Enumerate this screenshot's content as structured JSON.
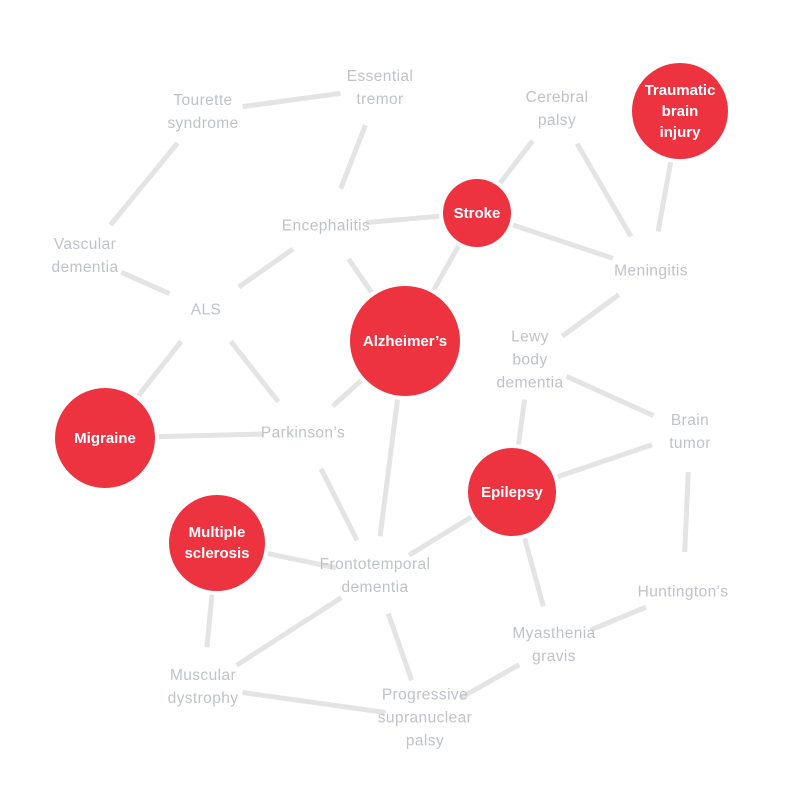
{
  "colors": {
    "highlight_fill": "#ED3340",
    "highlight_text": "#ffffff",
    "label_text": "#BFC3C8",
    "edge": "#E4E4E4"
  },
  "nodes": [
    {
      "id": "traumatic-brain-injury",
      "label": "Traumatic\nbrain\ninjury",
      "highlighted": true
    },
    {
      "id": "stroke",
      "label": "Stroke",
      "highlighted": true
    },
    {
      "id": "alzheimers",
      "label": "Alzheimer’s",
      "highlighted": true
    },
    {
      "id": "migraine",
      "label": "Migraine",
      "highlighted": true
    },
    {
      "id": "epilepsy",
      "label": "Epilepsy",
      "highlighted": true
    },
    {
      "id": "multiple-sclerosis",
      "label": "Multiple\nsclerosis",
      "highlighted": true
    },
    {
      "id": "essential-tremor",
      "label": "Essential\ntremor",
      "highlighted": false
    },
    {
      "id": "tourette-syndrome",
      "label": "Tourette\nsyndrome",
      "highlighted": false
    },
    {
      "id": "cerebral-palsy",
      "label": "Cerebral\npalsy",
      "highlighted": false
    },
    {
      "id": "encephalitis",
      "label": "Encephalitis",
      "highlighted": false
    },
    {
      "id": "vascular-dementia",
      "label": "Vascular\ndementia",
      "highlighted": false
    },
    {
      "id": "meningitis",
      "label": "Meningitis",
      "highlighted": false
    },
    {
      "id": "als",
      "label": "ALS",
      "highlighted": false
    },
    {
      "id": "lewy-body-dementia",
      "label": "Lewy\nbody\ndementia",
      "highlighted": false
    },
    {
      "id": "parkinsons",
      "label": "Parkinson’s",
      "highlighted": false
    },
    {
      "id": "brain-tumor",
      "label": "Brain\ntumor",
      "highlighted": false
    },
    {
      "id": "frontotemporal-dementia",
      "label": "Frontotemporal\ndementia",
      "highlighted": false
    },
    {
      "id": "huntingtons",
      "label": "Huntington’s",
      "highlighted": false
    },
    {
      "id": "myasthenia-gravis",
      "label": "Myasthenia\ngravis",
      "highlighted": false
    },
    {
      "id": "muscular-dystrophy",
      "label": "Muscular\ndystrophy",
      "highlighted": false
    },
    {
      "id": "progressive-supranuclear-palsy",
      "label": "Progressive\nsupranuclear\npalsy",
      "highlighted": false
    }
  ],
  "edges": [
    [
      "tourette-syndrome",
      "essential-tremor"
    ],
    [
      "tourette-syndrome",
      "vascular-dementia"
    ],
    [
      "essential-tremor",
      "encephalitis"
    ],
    [
      "cerebral-palsy",
      "stroke"
    ],
    [
      "cerebral-palsy",
      "meningitis"
    ],
    [
      "traumatic-brain-injury",
      "meningitis"
    ],
    [
      "encephalitis",
      "stroke"
    ],
    [
      "encephalitis",
      "als"
    ],
    [
      "encephalitis",
      "alzheimers"
    ],
    [
      "stroke",
      "meningitis"
    ],
    [
      "stroke",
      "alzheimers"
    ],
    [
      "vascular-dementia",
      "als"
    ],
    [
      "meningitis",
      "lewy-body-dementia"
    ],
    [
      "als",
      "migraine"
    ],
    [
      "als",
      "parkinsons"
    ],
    [
      "alzheimers",
      "parkinsons"
    ],
    [
      "alzheimers",
      "frontotemporal-dementia"
    ],
    [
      "lewy-body-dementia",
      "brain-tumor"
    ],
    [
      "lewy-body-dementia",
      "epilepsy"
    ],
    [
      "migraine",
      "parkinsons"
    ],
    [
      "parkinsons",
      "frontotemporal-dementia"
    ],
    [
      "brain-tumor",
      "epilepsy"
    ],
    [
      "brain-tumor",
      "huntingtons"
    ],
    [
      "epilepsy",
      "frontotemporal-dementia"
    ],
    [
      "epilepsy",
      "myasthenia-gravis"
    ],
    [
      "multiple-sclerosis",
      "frontotemporal-dementia"
    ],
    [
      "multiple-sclerosis",
      "muscular-dystrophy"
    ],
    [
      "frontotemporal-dementia",
      "muscular-dystrophy"
    ],
    [
      "frontotemporal-dementia",
      "progressive-supranuclear-palsy"
    ],
    [
      "huntingtons",
      "myasthenia-gravis"
    ],
    [
      "myasthenia-gravis",
      "progressive-supranuclear-palsy"
    ],
    [
      "muscular-dystrophy",
      "progressive-supranuclear-palsy"
    ]
  ]
}
